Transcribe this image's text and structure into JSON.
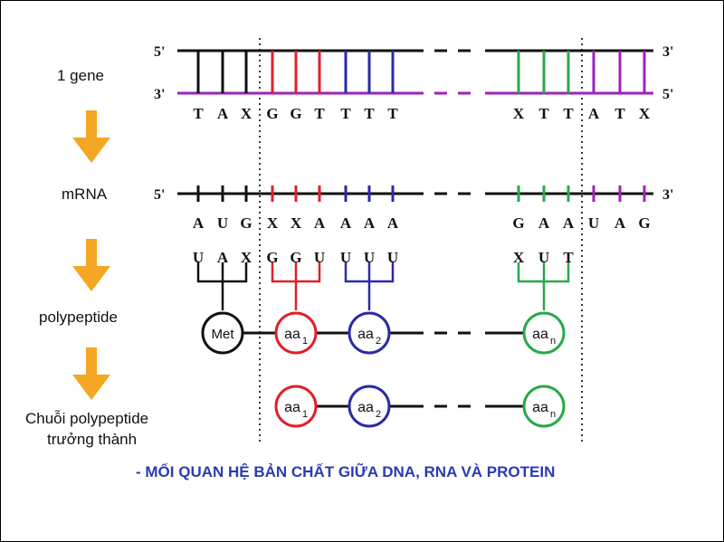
{
  "labels": {
    "gene": "1 gene",
    "mrna": "mRNA",
    "polypeptide": "polypeptide",
    "mature_line1": "Chuỗi polypeptide",
    "mature_line2": "trưởng thành"
  },
  "ends": {
    "five": "5'",
    "three": "3'"
  },
  "dna_template": [
    "T",
    "A",
    "X",
    "G",
    "G",
    "T",
    "T",
    "T",
    "T",
    "X",
    "T",
    "T",
    "A",
    "T",
    "X"
  ],
  "mrna_codons_letters": [
    "A",
    "U",
    "G",
    "X",
    "X",
    "A",
    "A",
    "A",
    "A",
    "G",
    "A",
    "A",
    "U",
    "A",
    "G"
  ],
  "trna_anticodons": [
    [
      "U",
      "A",
      "X"
    ],
    [
      "G",
      "G",
      "U"
    ],
    [
      "U",
      "U",
      "U"
    ],
    [
      "X",
      "U",
      "T"
    ]
  ],
  "amino_acids": {
    "met": "Met",
    "aa": "aa",
    "sub1": "1",
    "sub2": "2",
    "subn": "n"
  },
  "caption": "- MỐI QUAN HỆ BẢN CHẤT GIỮA DNA, RNA VÀ PROTEIN",
  "colors": {
    "black": "#111111",
    "red": "#e0202a",
    "blue": "#2a2aa8",
    "green": "#2aa84a",
    "purple": "#a020c0",
    "orange": "#f5a623",
    "caption": "#2b3bb0"
  }
}
